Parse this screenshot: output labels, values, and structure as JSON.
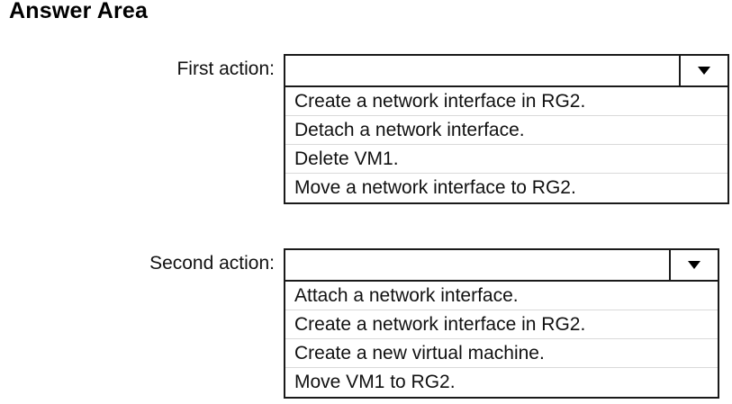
{
  "page": {
    "title": "Answer Area"
  },
  "fields": [
    {
      "label": "First action:",
      "selected_value": "",
      "placeholder": "",
      "arrow_icon": "chevron-down-icon",
      "expanded": true,
      "options": [
        "Create a network interface in RG2.",
        "Detach a network interface.",
        "Delete VM1.",
        "Move a network interface to RG2."
      ]
    },
    {
      "label": "Second action:",
      "selected_value": "",
      "placeholder": "",
      "arrow_icon": "chevron-down-icon",
      "expanded": true,
      "options": [
        "Attach a network interface.",
        "Create a network interface in RG2.",
        "Create a new virtual machine.",
        "Move VM1 to RG2."
      ]
    }
  ],
  "colors": {
    "background": "#ffffff",
    "text": "#111111",
    "border": "#1a1a1a",
    "option_divider": "#d9d9d9"
  }
}
